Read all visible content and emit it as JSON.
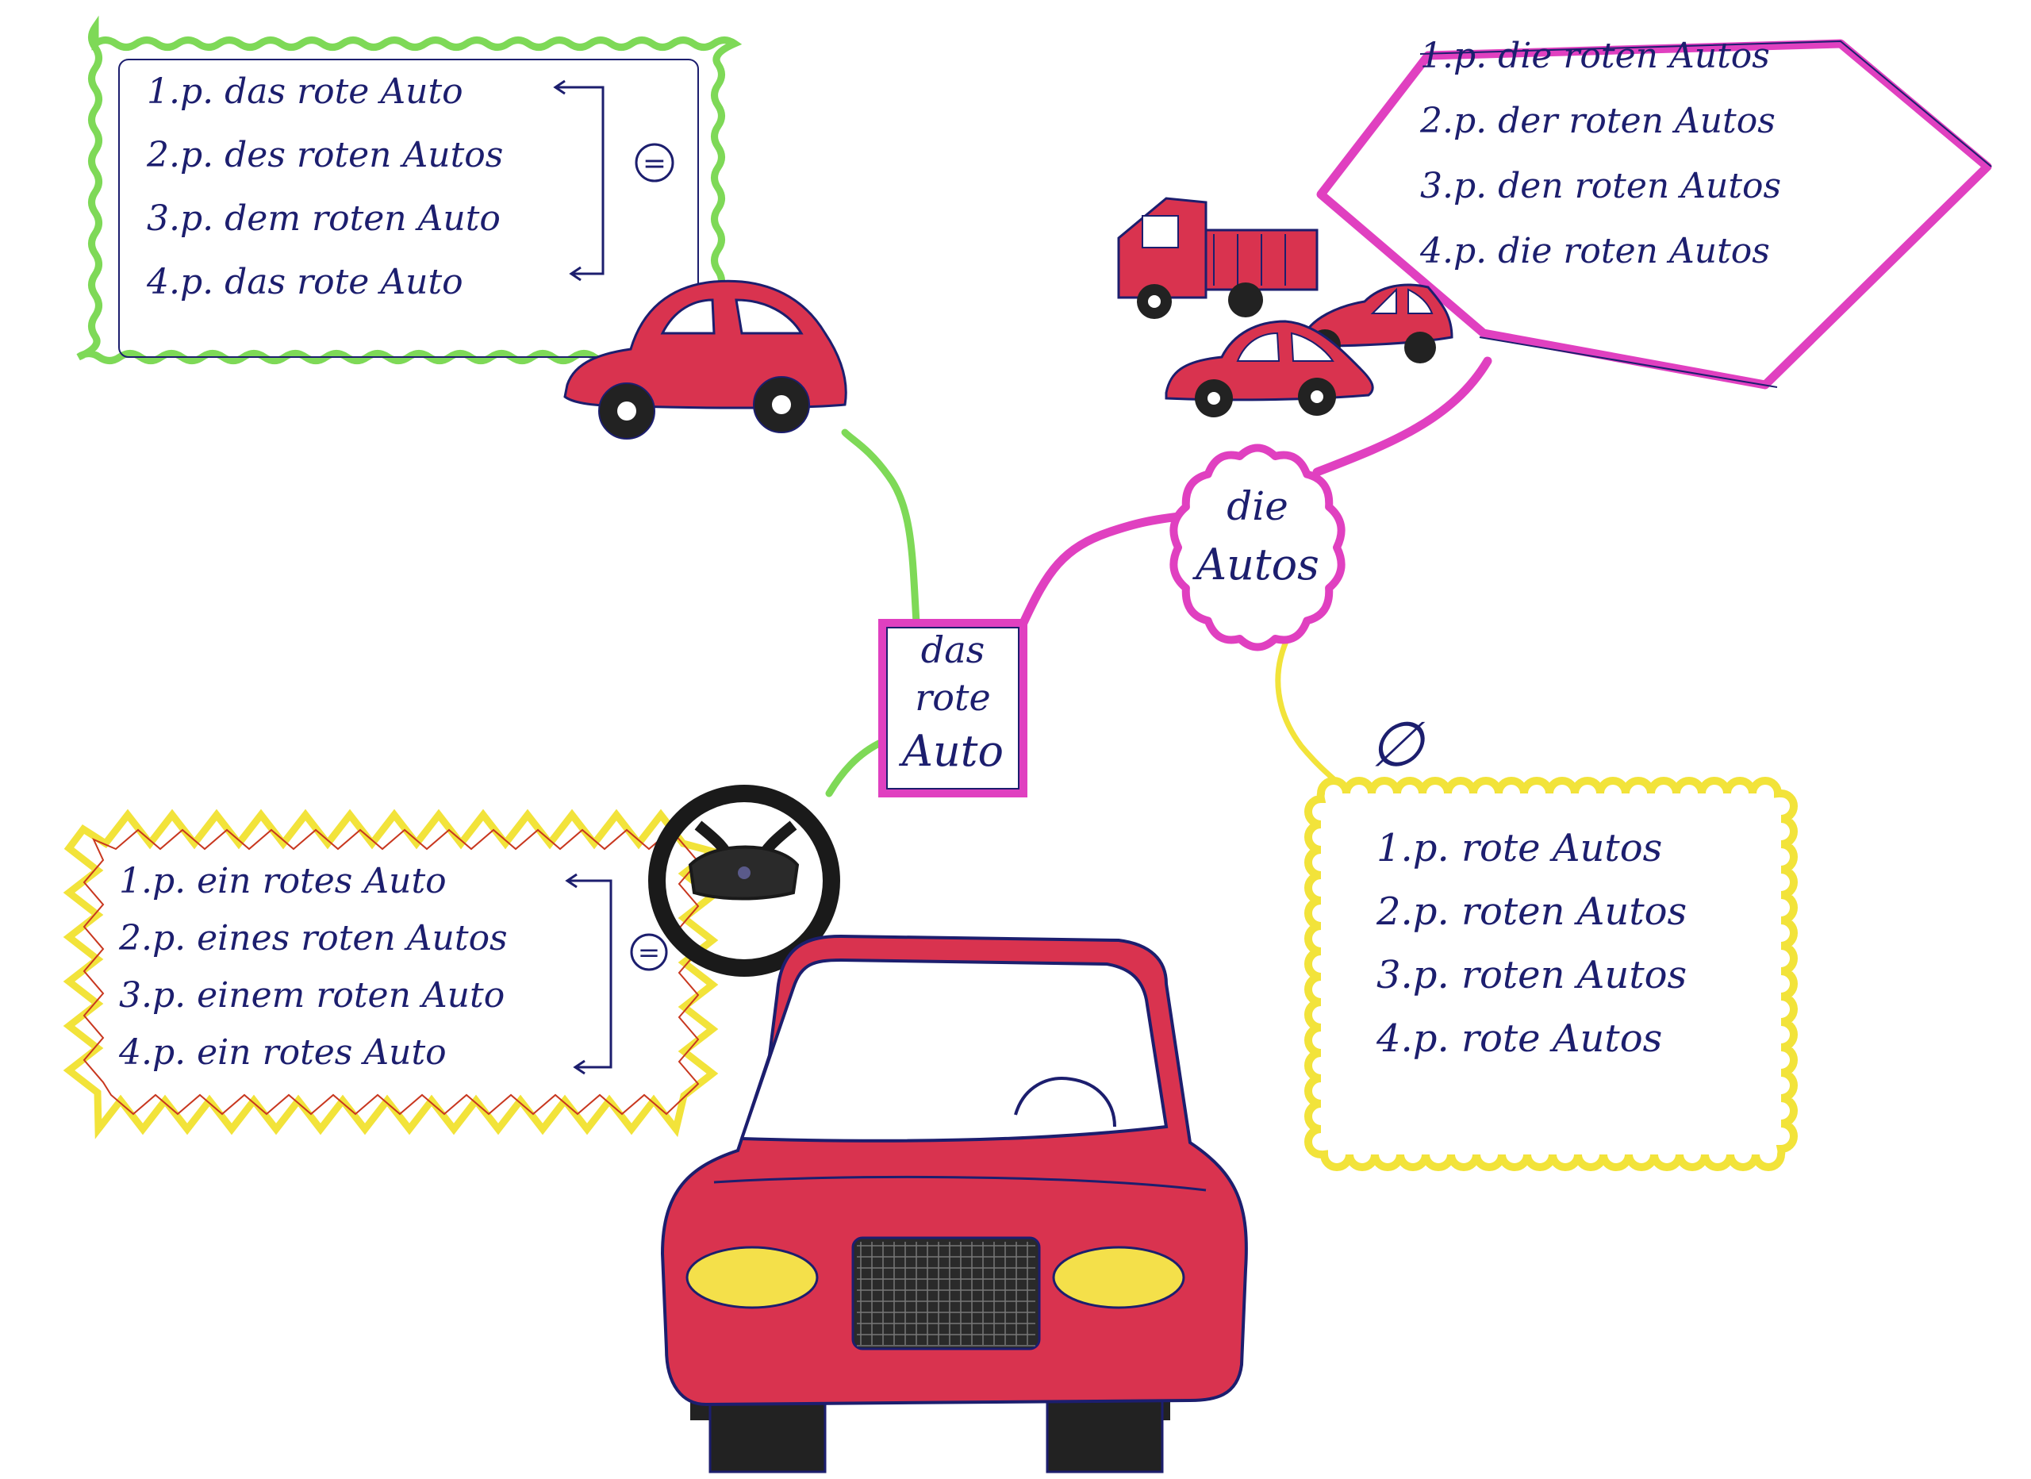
{
  "center": {
    "lines": [
      "das",
      "rote",
      "Auto"
    ]
  },
  "plural_node": {
    "lines": [
      "die",
      "Autos"
    ]
  },
  "empty_set_symbol": "∅",
  "equals_symbol": "=",
  "definite_singular": {
    "rows": [
      {
        "case": "1.p.",
        "article": "das",
        "adjective": "rote",
        "noun": "Auto"
      },
      {
        "case": "2.p.",
        "article": "des",
        "adjective": "roten",
        "noun": "Autos"
      },
      {
        "case": "3.p.",
        "article": "dem",
        "adjective": "roten",
        "noun": "Auto"
      },
      {
        "case": "4.p.",
        "article": "das",
        "adjective": "rote",
        "noun": "Auto"
      }
    ]
  },
  "definite_plural": {
    "rows": [
      {
        "case": "1.p.",
        "article": "die",
        "adjective": "roten",
        "noun": "Autos"
      },
      {
        "case": "2.p.",
        "article": "der",
        "adjective": "roten",
        "noun": "Autos"
      },
      {
        "case": "3.p.",
        "article": "den",
        "adjective": "roten",
        "noun": "Autos"
      },
      {
        "case": "4.p.",
        "article": "die",
        "adjective": "roten",
        "noun": "Autos"
      }
    ]
  },
  "indefinite_singular": {
    "rows": [
      {
        "case": "1.p.",
        "article": "ein",
        "adjective": "rotes",
        "noun": "Auto"
      },
      {
        "case": "2.p.",
        "article": "eines",
        "adjective": "roten",
        "noun": "Autos"
      },
      {
        "case": "3.p.",
        "article": "einem",
        "adjective": "roten",
        "noun": "Auto"
      },
      {
        "case": "4.p.",
        "article": "ein",
        "adjective": "rotes",
        "noun": "Auto"
      }
    ]
  },
  "no_article_plural": {
    "rows": [
      {
        "case": "1.p.",
        "adjective": "rote",
        "noun": "Autos"
      },
      {
        "case": "2.p.",
        "adjective": "roten",
        "noun": "Autos"
      },
      {
        "case": "3.p.",
        "adjective": "roten",
        "noun": "Autos"
      },
      {
        "case": "4.p.",
        "adjective": "rote",
        "noun": "Autos"
      }
    ]
  },
  "colors": {
    "ink": "#1c1e6e",
    "green": "#7ed957",
    "magenta": "#e040c0",
    "yellow": "#f2e33a",
    "car_red": "#d9334f",
    "headlight": "#f4e04a",
    "tire": "#222222"
  }
}
